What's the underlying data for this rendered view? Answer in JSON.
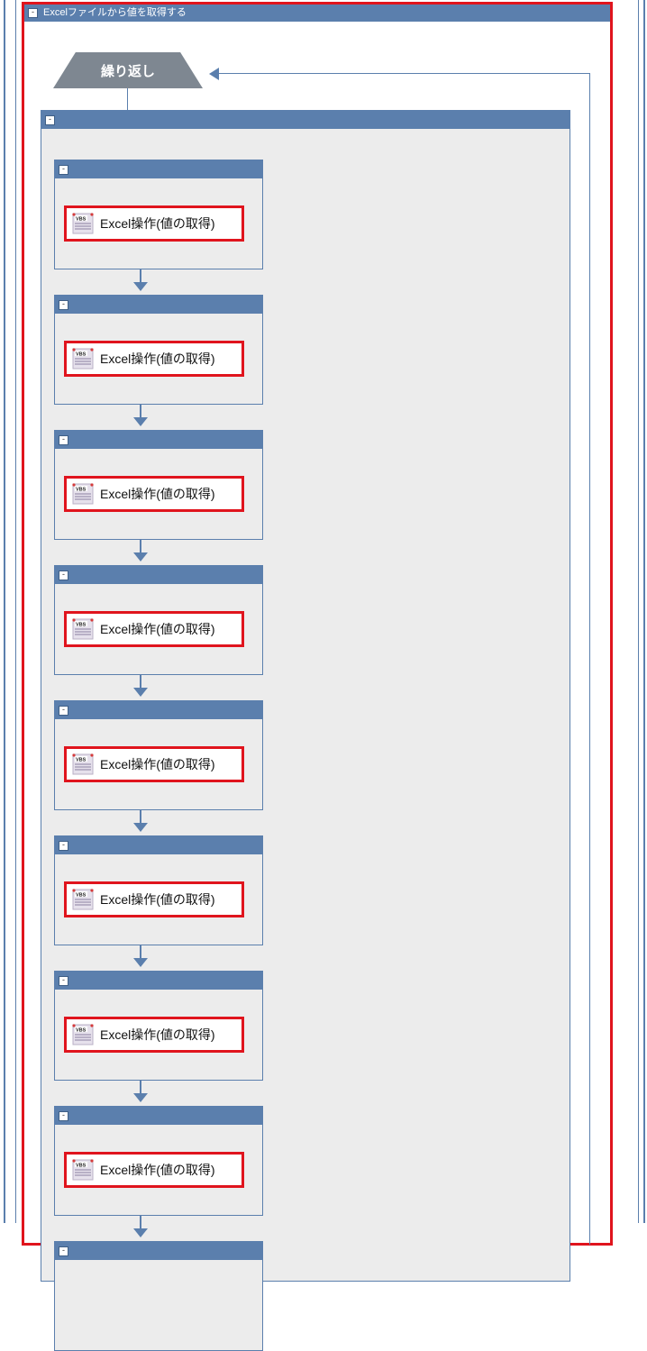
{
  "main_group": {
    "title": "Excelファイルから値を取得する",
    "collapse_symbol": "-"
  },
  "loop": {
    "label": "繰り返し"
  },
  "inner_group": {
    "collapse_symbol": "-"
  },
  "steps": [
    {
      "collapse_symbol": "-",
      "action_label": "Excel操作(値の取得)",
      "icon": "vbs-script-icon",
      "icon_text": "VBS"
    },
    {
      "collapse_symbol": "-",
      "action_label": "Excel操作(値の取得)",
      "icon": "vbs-script-icon",
      "icon_text": "VBS"
    },
    {
      "collapse_symbol": "-",
      "action_label": "Excel操作(値の取得)",
      "icon": "vbs-script-icon",
      "icon_text": "VBS"
    },
    {
      "collapse_symbol": "-",
      "action_label": "Excel操作(値の取得)",
      "icon": "vbs-script-icon",
      "icon_text": "VBS"
    },
    {
      "collapse_symbol": "-",
      "action_label": "Excel操作(値の取得)",
      "icon": "vbs-script-icon",
      "icon_text": "VBS"
    },
    {
      "collapse_symbol": "-",
      "action_label": "Excel操作(値の取得)",
      "icon": "vbs-script-icon",
      "icon_text": "VBS"
    },
    {
      "collapse_symbol": "-",
      "action_label": "Excel操作(値の取得)",
      "icon": "vbs-script-icon",
      "icon_text": "VBS"
    },
    {
      "collapse_symbol": "-",
      "action_label": "Excel操作(値の取得)",
      "icon": "vbs-script-icon",
      "icon_text": "VBS"
    },
    {
      "collapse_symbol": "-",
      "action_label": "",
      "icon": "",
      "icon_text": ""
    }
  ],
  "colors": {
    "header_blue": "#5b7fad",
    "highlight_red": "#e0141d",
    "loop_gray": "#7e8791",
    "canvas_gray": "#ececec"
  }
}
